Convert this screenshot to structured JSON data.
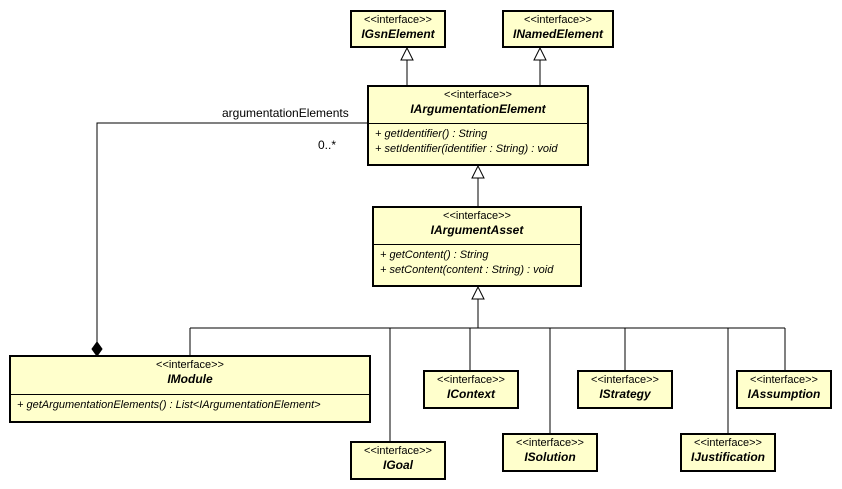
{
  "classes": {
    "gsn_element": {
      "stereotype": "<<interface>>",
      "name": "IGsnElement"
    },
    "named_element": {
      "stereotype": "<<interface>>",
      "name": "INamedElement"
    },
    "argumentation_element": {
      "stereotype": "<<interface>>",
      "name": "IArgumentationElement",
      "operations": [
        "+ getIdentifier() : String",
        "+ setIdentifier(identifier : String) : void"
      ]
    },
    "argument_asset": {
      "stereotype": "<<interface>>",
      "name": "IArgumentAsset",
      "operations": [
        "+ getContent() : String",
        "+ setContent(content : String) : void"
      ]
    },
    "module": {
      "stereotype": "<<interface>>",
      "name": "IModule",
      "operations": [
        "+ getArgumentationElements() : List<IArgumentationElement>"
      ]
    },
    "context": {
      "stereotype": "<<interface>>",
      "name": "IContext"
    },
    "strategy": {
      "stereotype": "<<interface>>",
      "name": "IStrategy"
    },
    "assumption": {
      "stereotype": "<<interface>>",
      "name": "IAssumption"
    },
    "goal": {
      "stereotype": "<<interface>>",
      "name": "IGoal"
    },
    "solution": {
      "stereotype": "<<interface>>",
      "name": "ISolution"
    },
    "justification": {
      "stereotype": "<<interface>>",
      "name": "IJustification"
    }
  },
  "association": {
    "role": "argumentationElements",
    "multiplicity": "0..*"
  }
}
